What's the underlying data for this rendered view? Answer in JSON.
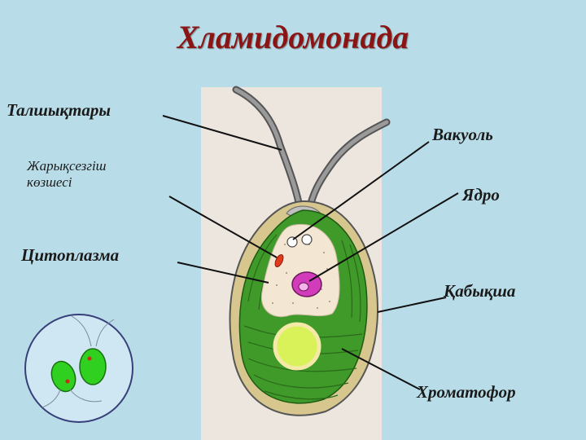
{
  "title": "Хламидомонада",
  "labels": {
    "flagella": "Талшықтары",
    "eyespot_line1": "Жарықсезгіш",
    "eyespot_line2": "көзшесі",
    "cytoplasm": "Цитоплазма",
    "vacuole": "Вакуоль",
    "nucleus": "Ядро",
    "cell_wall": "Қабықша",
    "chromatophore": "Хроматофор"
  },
  "colors": {
    "background": "#b9dde8",
    "title": "#8b1414",
    "chromatophore": "#3f9a2a",
    "nucleus": "#d23cbb",
    "pyrenoid": "#d9f25a",
    "cytoplasm": "#f3e6d3"
  }
}
